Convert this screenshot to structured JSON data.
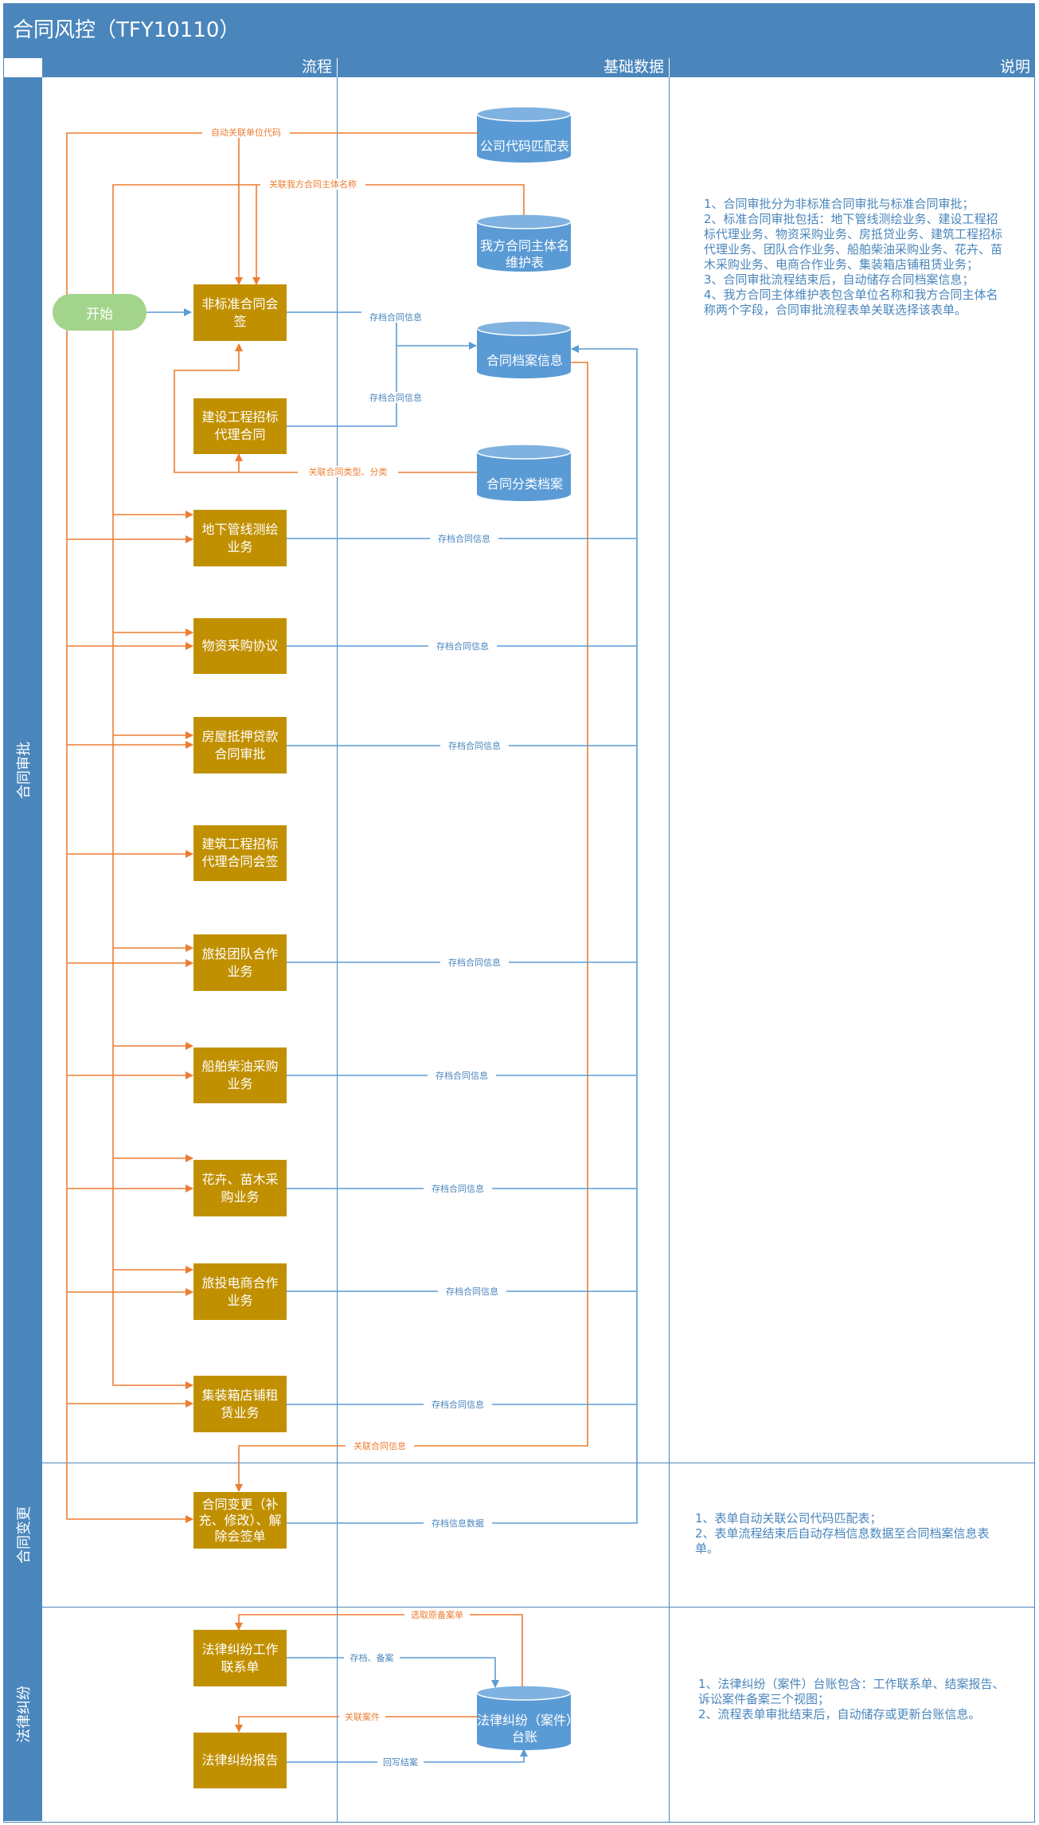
{
  "title": "合同风控（TFY10110）",
  "columns": {
    "process": "流程",
    "basic_data": "基础数据",
    "notes": "说明"
  },
  "lanes": {
    "contract_approval": "合同审批",
    "contract_change": "合同变更",
    "legal_dispute": "法律纠纷"
  },
  "start_label": "开始",
  "databases": {
    "company_code": "公司代码匹配表",
    "our_party": "我方合同主体名维护表",
    "archive": "合同档案信息",
    "classification": "合同分类档案",
    "legal_ledger": "法律纠纷（案件）台账"
  },
  "process_boxes": [
    "非标准合同会签",
    "建设工程招标代理合同",
    "地下管线测绘业务",
    "物资采购协议",
    "房屋抵押贷款合同审批",
    "建筑工程招标代理合同会签",
    "旅投团队合作业务",
    "船舶柴油采购业务",
    "花卉、苗木采购业务",
    "旅投电商合作业务",
    "集装箱店铺租赁业务",
    "合同变更（补充、修改）、解除会签单",
    "法律纠纷工作联系单",
    "法律纠纷报告"
  ],
  "edge_labels": {
    "auto_link_code": "自动关联单位代码",
    "link_our_party": "关联我方合同主体名称",
    "archive_info": "存档合同信息",
    "link_type": "关联合同类型、分类",
    "link_contract_info": "关联合同信息",
    "archive_data": "存档信息数据",
    "pick_original": "选取原备案单",
    "archive_record": "存档、备案",
    "link_case": "关联案件",
    "write_back": "回写结案"
  },
  "notes": {
    "approval": [
      "1、合同审批分为非标准合同审批与标准合同审批；",
      "2、标准合同审批包括：地下管线测绘业务、建设工程招标代理业务、物资采购业务、房抵贷业务、建筑工程招标代理业务、团队合作业务、船舶柴油采购业务、花卉、苗木采购业务、电商合作业务、集装箱店铺租赁业务；",
      "3、合同审批流程结束后，自动储存合同档案信息；",
      "4、我方合同主体维护表包含单位名称和我方合同主体名称两个字段，合同审批流程表单关联选择该表单。"
    ],
    "change": [
      "1、表单自动关联公司代码匹配表；",
      "2、表单流程结束后自动存档信息数据至合同档案信息表单。"
    ],
    "legal": [
      "1、法律纠纷（案件）台账包含：工作联系单、结案报告、诉讼案件备案三个视图；",
      "2、流程表单审批结束后，自动储存或更新台账信息。"
    ]
  },
  "colors": {
    "header": "#4a86bc",
    "box": "#c19000",
    "start": "#a3d48b",
    "db": "#5b9bd5",
    "orange": "#ed7d31",
    "blue": "#5b9bd5"
  }
}
